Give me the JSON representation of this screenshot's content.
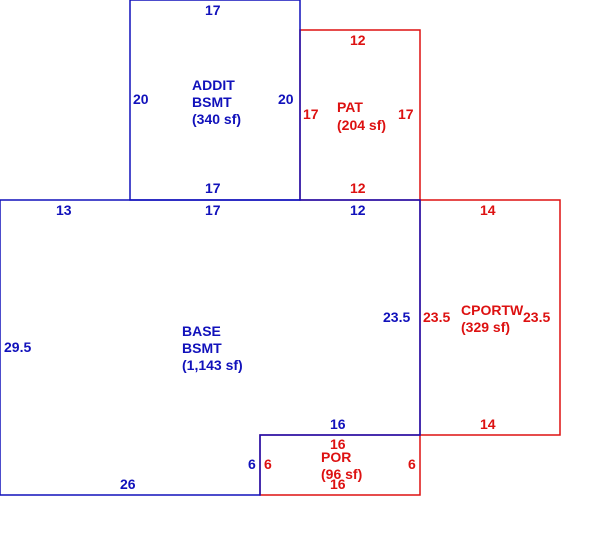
{
  "colors": {
    "blue": "#1111bb",
    "red": "#dd1111",
    "background": "#ffffff"
  },
  "areas": {
    "addit": {
      "name_line1": "ADDIT",
      "name_line2": "BSMT",
      "area": "(340 sf)",
      "dims": {
        "top": "17",
        "left": "20",
        "right": "20",
        "bottom": "17"
      }
    },
    "pat": {
      "name_line1": "PAT",
      "area": "(204 sf)",
      "dims": {
        "top": "12",
        "left": "17",
        "right": "17",
        "bottom": "12"
      }
    },
    "base": {
      "name_line1": "BASE",
      "name_line2": "BSMT",
      "area": "(1,143 sf)",
      "dims": {
        "top_left": "13",
        "top_mid": "17",
        "top_right": "12",
        "left": "29.5",
        "right": "23.5",
        "notch_top": "16",
        "notch_side": "6",
        "bottom": "26"
      }
    },
    "cportw": {
      "name_line1": "CPORTW",
      "area": "(329 sf)",
      "dims": {
        "top": "14",
        "left": "23.5",
        "right": "23.5",
        "bottom": "14"
      }
    },
    "por": {
      "name_line1": "POR",
      "area": "(96 sf)",
      "dims": {
        "top": "16",
        "left": "6",
        "right": "6",
        "bottom": "16"
      }
    }
  }
}
